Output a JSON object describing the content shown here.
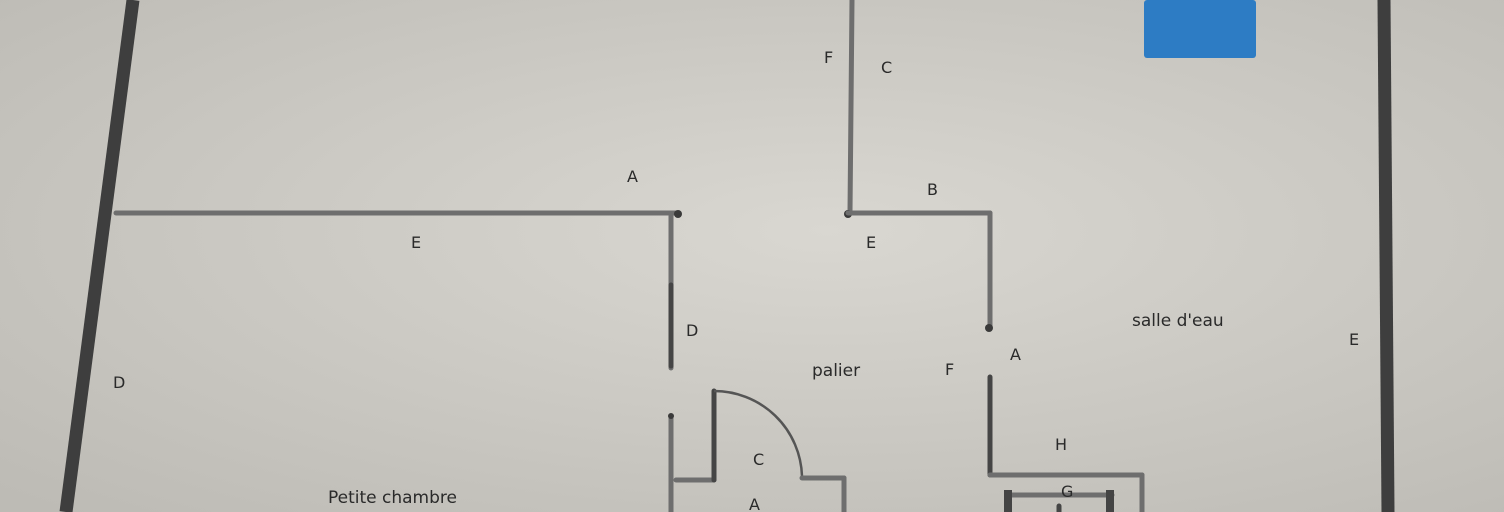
{
  "labels": {
    "rooms": {
      "petite_chambre": "Petite chambre",
      "palier": "palier",
      "salle_deau": "salle d'eau"
    },
    "markers": {
      "m1": "F",
      "m2": "C",
      "m3": "A",
      "m4": "B",
      "m5": "E",
      "m6": "E",
      "m7": "D",
      "m8": "D",
      "m9": "F",
      "m10": "A",
      "m11": "E",
      "m12": "H",
      "m13": "C",
      "m14": "G",
      "m15": "A"
    }
  },
  "colors": {
    "paper": "#cfcdc7",
    "wall_outer": "#3e3e3e",
    "wall_inner": "#6e6e6e",
    "blue_patch": "#2d7cc4"
  }
}
